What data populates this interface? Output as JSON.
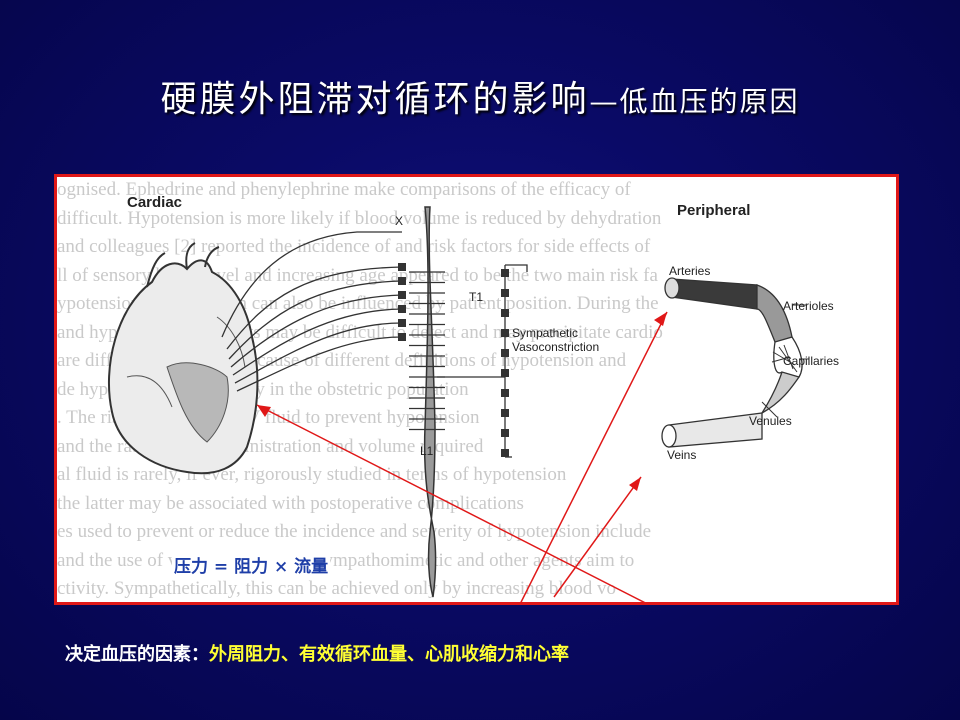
{
  "slide": {
    "title_main": "硬膜外阻滞对循环的影响",
    "title_sub": "—低血压的原因"
  },
  "figure": {
    "background_text": [
      "ognised. Ephedrine and phenylephrine make comparisons of the efficacy of",
      "difficult. Hypotension is more likely if blood volume is reduced by dehydration",
      "and colleagues [2] reported the incidence of and risk factors for side effects of",
      "ll of sensory block level and increasing age appeared to be the two main risk fa",
      "ypotension. Hypotension can also be influenced by patient position. During the",
      "and hypovolaemic patients may be difficult to detect and may precipitate cardio",
      "are difficult to interpret because of different definitions of hypotension and",
      "de hypotension specifically in the obstetric population",
      "              . The risk of purposeful IV fluid to prevent hypotension",
      "     and the rate of fluid administration and volume required              ",
      "     al fluid is rarely, if ever, rigorously studied in terms of hypotension",
      "     the latter may be associated with postoperative complications",
      "es used to prevent or reduce the incidence and severity of hypotension include",
      "and the use of vasopressors. Both sympathomimetic and other agents aim to",
      "ctivity. Sympathetically, this can be achieved only by increasing blood vo"
    ],
    "labels": {
      "cardiac": "Cardiac",
      "peripheral": "Peripheral",
      "x": "X",
      "t1": "T1",
      "l1": "L1",
      "sympathetic": "Sympathetic",
      "vasoconstriction": "Vasoconstriction",
      "arteries": "Arteries",
      "arterioles": "Arterioles",
      "capillaries": "Capillaries",
      "venules": "Venules",
      "veins": "Veins"
    },
    "formula": "压力 = 阻力 × 流量"
  },
  "footer": {
    "lead": "决定血压的因素：",
    "factors": "外周阻力、有效循环血量、心肌收缩力和心率"
  },
  "colors": {
    "background": "#0a0a66",
    "panel_border": "#e01818",
    "arrow": "#e01818",
    "formula": "#1f3fa8",
    "footer_lead": "#ffffff",
    "footer_factors": "#ffff33"
  }
}
